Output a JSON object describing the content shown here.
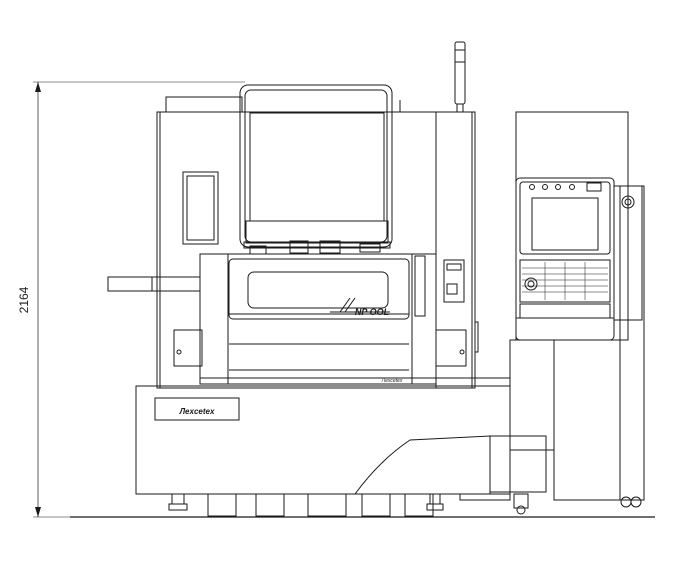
{
  "drawing": {
    "dimension_label": "2164",
    "model_label": "NP OOL",
    "brand_label_base": "Лexcetex",
    "brand_label_small": "Лexcetex"
  },
  "colors": {
    "line": "#1a1a1a",
    "background": "#ffffff"
  }
}
